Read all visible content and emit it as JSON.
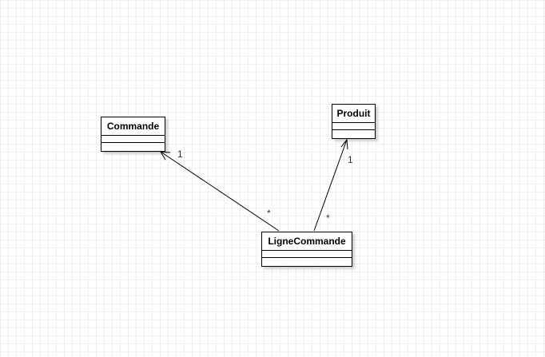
{
  "diagram": {
    "classes": {
      "commande": {
        "name": "Commande"
      },
      "produit": {
        "name": "Produit"
      },
      "ligne_commande": {
        "name": "LigneCommande"
      }
    },
    "associations": {
      "ligne_to_commande": {
        "source_multiplicity": "*",
        "target_multiplicity": "1"
      },
      "ligne_to_produit": {
        "source_multiplicity": "*",
        "target_multiplicity": "1"
      }
    }
  },
  "colors": {
    "line": "#000000",
    "grid": "#efefef",
    "multiplicity_text": "#333333"
  }
}
